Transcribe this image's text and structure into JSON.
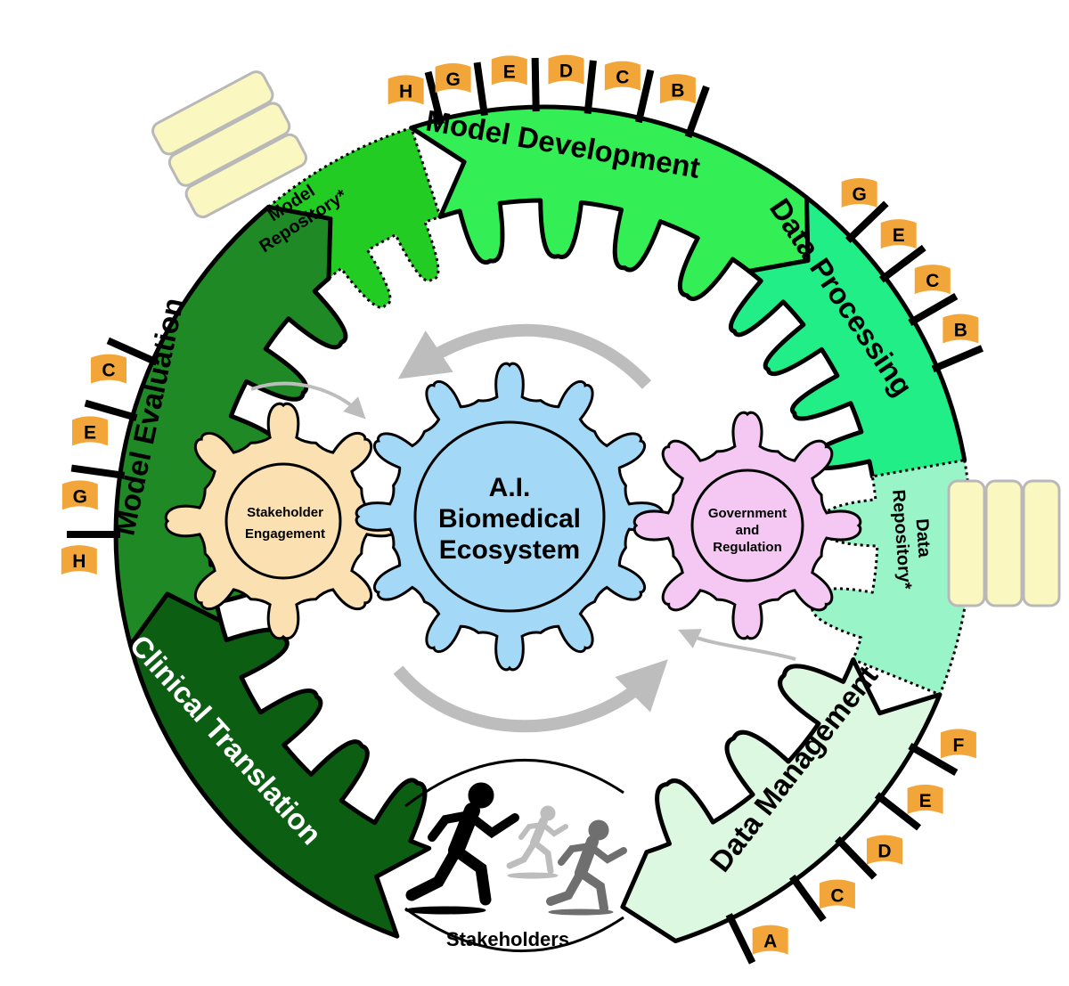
{
  "center_gear": {
    "lines": [
      "A.I.",
      "Biomedical",
      "Ecosystem"
    ]
  },
  "left_gear": {
    "lines": [
      "Stakeholder",
      "Engagement"
    ]
  },
  "right_gear": {
    "lines": [
      "Government",
      "and",
      "Regulation"
    ]
  },
  "segments": {
    "model_development": "Model Development",
    "data_processing": "Data Processing",
    "data_repository": [
      "Data",
      "Repository*"
    ],
    "data_management": "Data Management",
    "clinical_translation": "Clinical Translation",
    "model_evaluation": "Model Evaluation",
    "model_repository": [
      "Model",
      "Repository*"
    ]
  },
  "flags": {
    "model_development": [
      "H",
      "G",
      "E",
      "D",
      "C",
      "B"
    ],
    "data_processing": [
      "G",
      "E",
      "C",
      "B"
    ],
    "data_management": [
      "F",
      "E",
      "D",
      "C",
      "A"
    ],
    "model_evaluation": [
      "C",
      "E",
      "G",
      "H"
    ]
  },
  "stakeholders": {
    "label": "Stakeholders"
  },
  "colors": {
    "model_development": "#33ee55",
    "data_processing": "#22ee88",
    "data_repository": "#99f5c8",
    "data_management": "#ddf8e0",
    "clinical_translation": "#0b5e12",
    "model_evaluation": "#1f8a25",
    "model_repository": "#22cc22",
    "center_gear": "#a3d8f7",
    "left_gear": "#fbe0b2",
    "right_gear": "#f4c8f2",
    "flag": "#f2a63a",
    "cylinder": "#fbf7c0",
    "arrow": "#bdbdbd"
  }
}
